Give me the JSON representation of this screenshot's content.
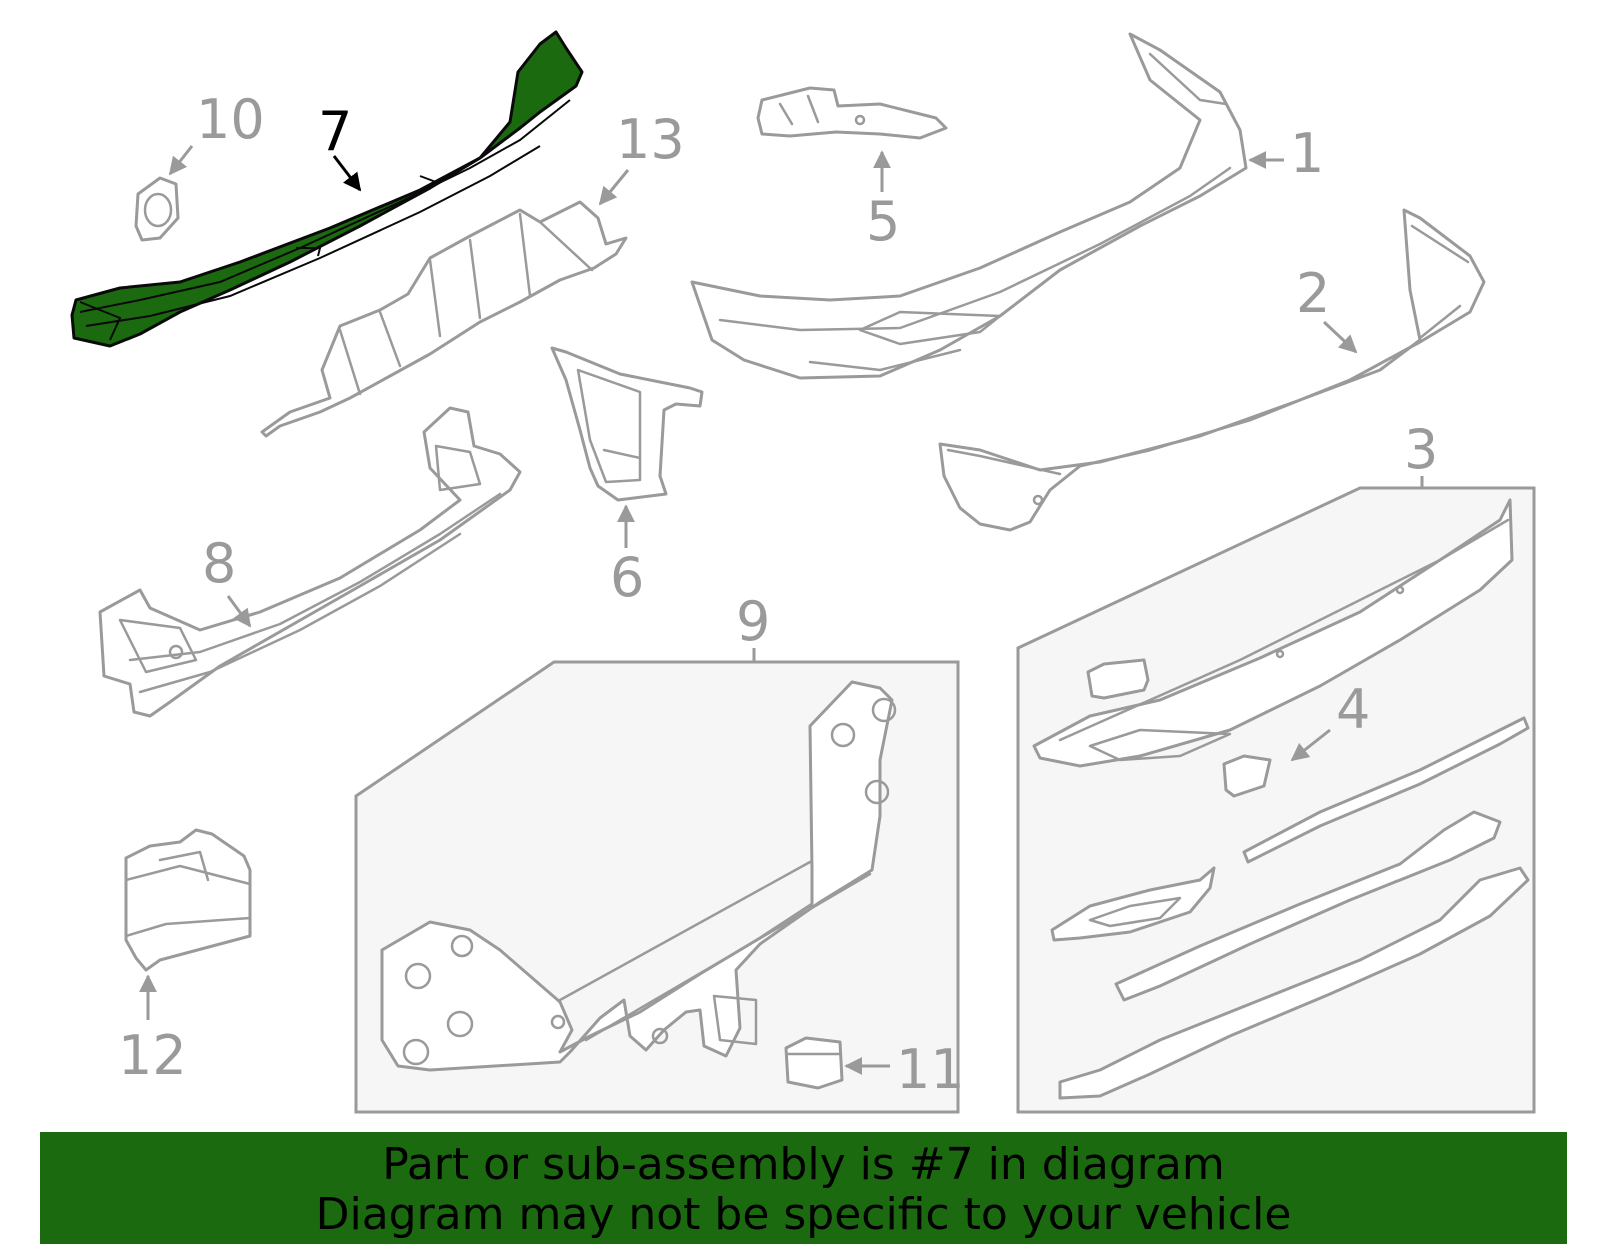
{
  "colors": {
    "highlight": "#1c6a10",
    "part_stroke": "#9a9a9a",
    "selected_label": "#000000",
    "banner_background": "#1c6a10"
  },
  "selected_part": "7",
  "callouts": {
    "c1": "1",
    "c2": "2",
    "c3": "3",
    "c4": "4",
    "c5": "5",
    "c6": "6",
    "c7": "7",
    "c8": "8",
    "c9": "9",
    "c10": "10",
    "c11": "11",
    "c12": "12",
    "c13": "13"
  },
  "banner": {
    "line1": "Part or sub-assembly is #7 in diagram",
    "line2": "Diagram may not be specific to your vehicle"
  }
}
